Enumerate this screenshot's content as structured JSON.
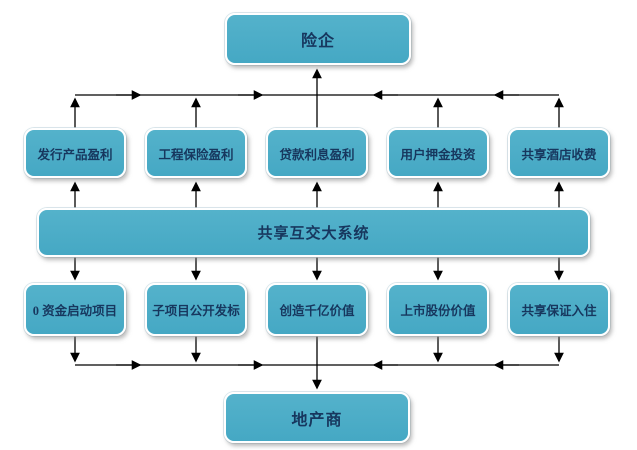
{
  "diagram": {
    "nodes": {
      "top": "险企",
      "middle": "共享互交大系统",
      "bottom": "地产商"
    },
    "profit_row": [
      "发行产品盈利",
      "工程保险盈利",
      "贷款利息盈利",
      "用户押金投资",
      "共享酒店收费"
    ],
    "value_row": [
      "0 资金启动项目",
      "子项目公开发标",
      "创造千亿价值",
      "上市股份价值",
      "共享保证入住"
    ],
    "colors": {
      "box_fill": "#45A8C4",
      "box_fill_light": "#54B2CB",
      "box_border": "#FFFFFF",
      "text_color": "#17375E",
      "arrow_color": "#000000",
      "bg_color": "#FFFFFF"
    }
  }
}
